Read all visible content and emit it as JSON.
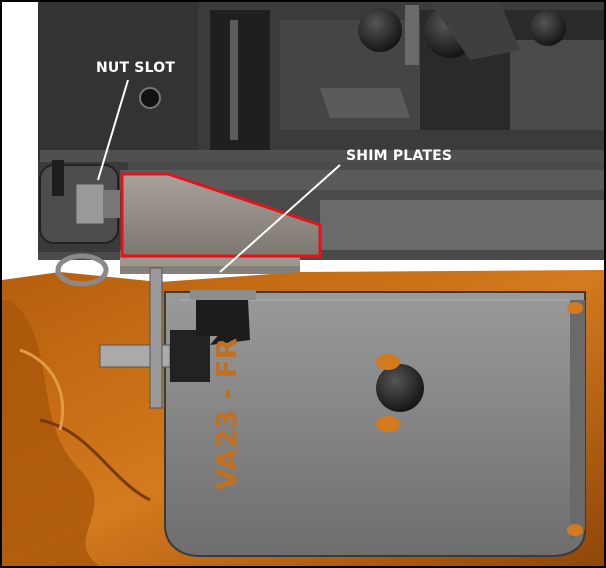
{
  "image": {
    "description_free": true
  },
  "callouts": {
    "nut_slot": "NUT SLOT",
    "shim_plates": "SHIM PLATES"
  },
  "part_marking": "VA23 - FR",
  "colors": {
    "background": "#ffffff",
    "housing_dark": "#2b2b2b",
    "housing_mid": "#3a3a3a",
    "orange_part": "#c26a12",
    "grey_plate": "#8c8c8c",
    "highlight_red": "#e0141c",
    "callout_text": "#ffffff"
  }
}
